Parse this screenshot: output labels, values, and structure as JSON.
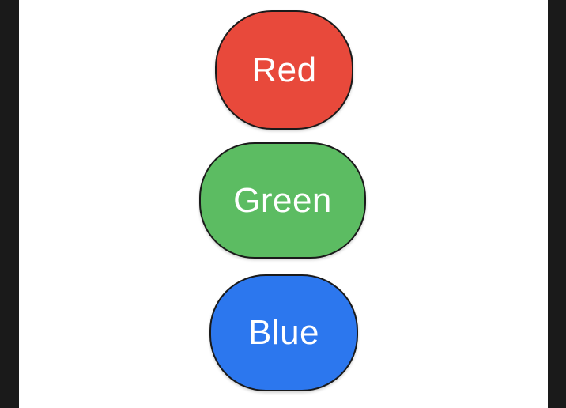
{
  "canvas": {
    "background": "#ffffff",
    "letterbox_color": "#1a1a1a"
  },
  "diagram": {
    "nodes": [
      {
        "label": "Red",
        "fill": "#e8493b",
        "text_color": "#ffffff",
        "border_color": "#1a1a1a"
      },
      {
        "label": "Green",
        "fill": "#5cbc62",
        "text_color": "#ffffff",
        "border_color": "#1a1a1a"
      },
      {
        "label": "Blue",
        "fill": "#2c77ee",
        "text_color": "#ffffff",
        "border_color": "#1a1a1a"
      }
    ]
  }
}
